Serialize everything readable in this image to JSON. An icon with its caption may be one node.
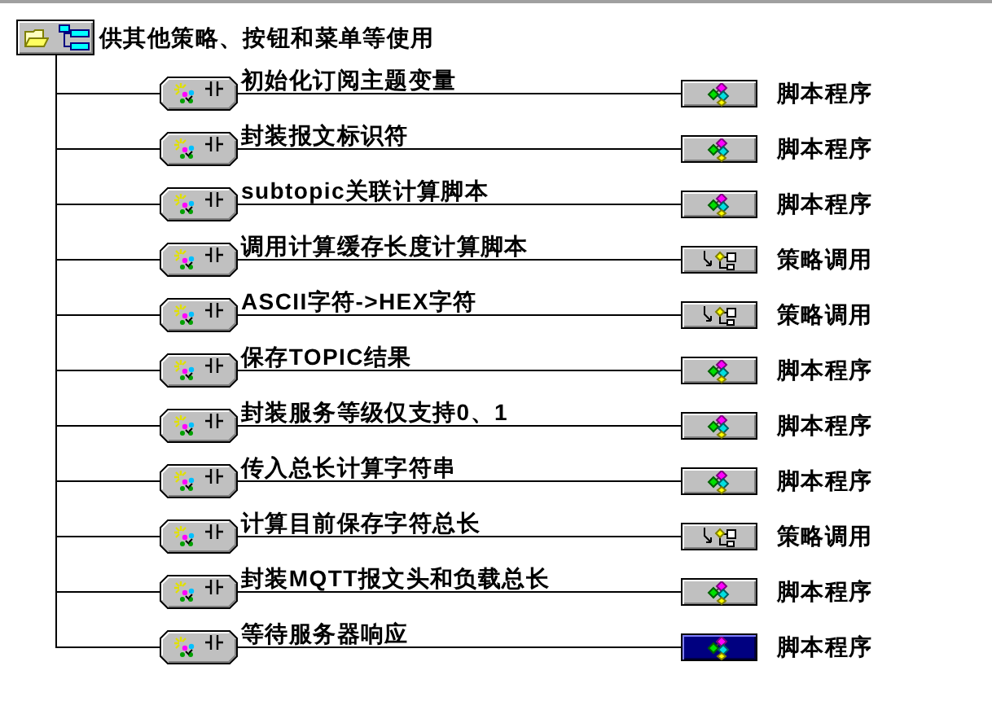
{
  "diagram": {
    "nodes": [
      {
        "text": [
          "供其他策略、按钮和菜单等使用"
        ]
      },
      {
        "text": [],
        "shape": "octagon"
      },
      {
        "text": [
          "脚本程序"
        ]
      },
      {
        "text": [],
        "shape": "octagon"
      },
      {
        "text": [
          "脚本程序"
        ]
      },
      {
        "text": [],
        "shape": "octagon"
      },
      {
        "text": [
          "脚本程序"
        ]
      },
      {
        "text": [],
        "shape": "octagon"
      },
      {
        "text": [
          "策略调用"
        ]
      },
      {
        "text": [],
        "shape": "octagon"
      },
      {
        "text": [
          "策略调用"
        ]
      },
      {
        "text": [],
        "shape": "octagon"
      },
      {
        "text": [
          "脚本程序"
        ]
      },
      {
        "text": [],
        "shape": "octagon"
      },
      {
        "text": [
          "脚本程序"
        ]
      },
      {
        "text": [],
        "shape": "octagon"
      },
      {
        "text": [
          "脚本程序"
        ]
      },
      {
        "text": [],
        "shape": "octagon"
      },
      {
        "text": [
          "策略调用"
        ]
      },
      {
        "text": [],
        "shape": "octagon"
      },
      {
        "text": [
          "脚本程序"
        ]
      },
      {
        "text": [],
        "shape": "octagon"
      },
      {
        "text": [
          "脚本程序"
        ]
      }
    ],
    "edges": [
      {
        "from": 0,
        "to": 1,
        "arrow": "none"
      },
      {
        "from": 1,
        "to": 2,
        "arrow": "none",
        "label": "初始化订阅主题变量"
      },
      {
        "from": 0,
        "to": 3,
        "arrow": "none"
      },
      {
        "from": 3,
        "to": 4,
        "arrow": "none",
        "label": "封装报文标识符"
      },
      {
        "from": 0,
        "to": 5,
        "arrow": "none"
      },
      {
        "from": 5,
        "to": 6,
        "arrow": "none",
        "label": "subtopic关联计算脚本"
      },
      {
        "from": 0,
        "to": 7,
        "arrow": "none"
      },
      {
        "from": 7,
        "to": 8,
        "arrow": "none",
        "label": "调用计算缓存长度计算脚本"
      },
      {
        "from": 0,
        "to": 9,
        "arrow": "none"
      },
      {
        "from": 9,
        "to": 10,
        "arrow": "none",
        "label": "ASCII字符->HEX字符"
      },
      {
        "from": 0,
        "to": 11,
        "arrow": "none"
      },
      {
        "from": 11,
        "to": 12,
        "arrow": "none",
        "label": "保存TOPIC结果"
      },
      {
        "from": 0,
        "to": 13,
        "arrow": "none"
      },
      {
        "from": 13,
        "to": 14,
        "arrow": "none",
        "label": "封装服务等级仅支持0、1"
      },
      {
        "from": 0,
        "to": 15,
        "arrow": "none"
      },
      {
        "from": 15,
        "to": 16,
        "arrow": "none",
        "label": "传入总长计算字符串"
      },
      {
        "from": 0,
        "to": 17,
        "arrow": "none"
      },
      {
        "from": 17,
        "to": 18,
        "arrow": "none",
        "label": "计算目前保存字符总长"
      },
      {
        "from": 0,
        "to": 19,
        "arrow": "none"
      },
      {
        "from": 19,
        "to": 20,
        "arrow": "none",
        "label": "封装MQTT报文头和负载总长"
      },
      {
        "from": 0,
        "to": 21,
        "arrow": "none"
      },
      {
        "from": 21,
        "to": 22,
        "arrow": "none",
        "label": "等待服务器响应"
      }
    ]
  }
}
